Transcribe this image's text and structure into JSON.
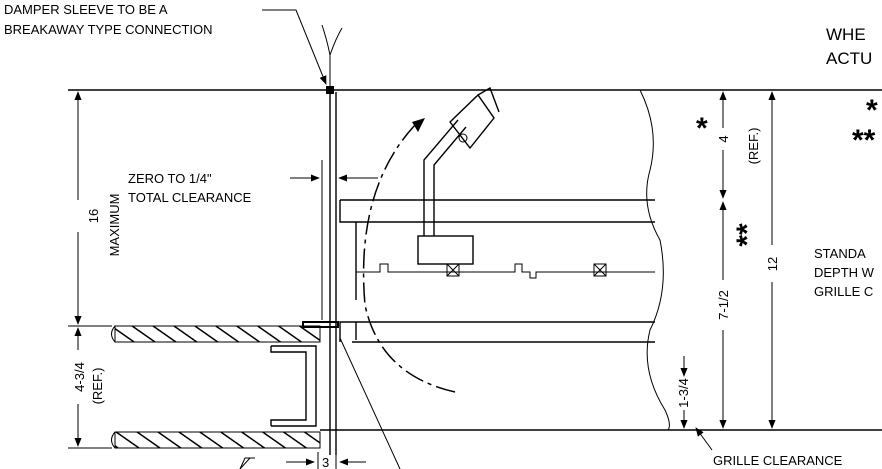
{
  "callouts": {
    "damper_sleeve_line1": "DAMPER SLEEVE TO BE A",
    "damper_sleeve_line2": "BREAKAWAY TYPE CONNECTION",
    "clearance_line1": "ZERO TO 1/4\"",
    "clearance_line2": "TOTAL CLEARANCE",
    "grille_clearance": "GRILLE CLEARANCE",
    "right_note_line1": "WHE",
    "right_note_line2": "ACTU",
    "standard_line1": "STANDA",
    "standard_line2": "DEPTH W",
    "standard_line3": "GRILLE C"
  },
  "dimensions": {
    "height_total": "16",
    "height_total_note": "MAXIMUM",
    "top_ref": "4",
    "top_ref_note": "(REF.)",
    "mid": "7-1/2",
    "right_total": "12",
    "grille": "1-3/4",
    "wall": "4-3/4",
    "wall_note": "(REF.)",
    "bottom": "3"
  },
  "markers": {
    "single_star": "*",
    "double_star": "**",
    "edge_star_a": "*",
    "edge_star_b": "**"
  }
}
